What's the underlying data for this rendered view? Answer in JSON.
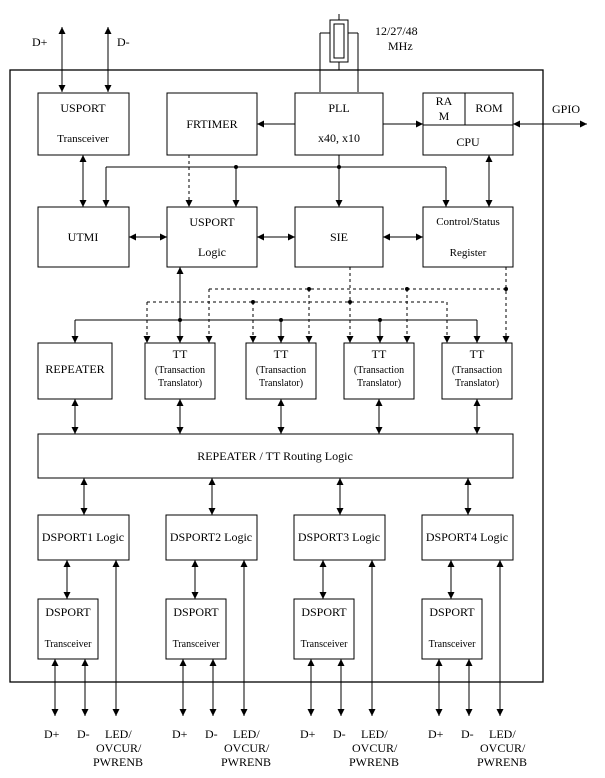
{
  "top_pins": {
    "dplus": "D+",
    "dminus": "D-"
  },
  "crystal_label": {
    "line1": "12/27/48",
    "line2": "MHz"
  },
  "gpio": "GPIO",
  "blocks": {
    "usport_transceiver": {
      "line1": "USPORT",
      "line2": "Transceiver"
    },
    "frtimer": "FRTIMER",
    "pll": {
      "line1": "PLL",
      "line2": "x40, x10"
    },
    "cpu": {
      "ram1": "RA",
      "ram2": "M",
      "rom": "ROM",
      "cpu": "CPU"
    },
    "utmi": "UTMI",
    "usport_logic": {
      "line1": "USPORT",
      "line2": "Logic"
    },
    "sie": "SIE",
    "control_status": {
      "line1": "Control/Status",
      "line2": "Register"
    },
    "repeater": "REPEATER",
    "tt": {
      "title": "TT",
      "line1": "(Transaction",
      "line2": "Translator)"
    },
    "routing": "REPEATER / TT Routing Logic",
    "dsport_logic": [
      "DSPORT1 Logic",
      "DSPORT2 Logic",
      "DSPORT3 Logic",
      "DSPORT4 Logic"
    ],
    "dsport_transceiver": {
      "line1": "DSPORT",
      "line2": "Transceiver"
    }
  },
  "bottom_pins": {
    "dplus": "D+",
    "dminus": "D-",
    "led_line1": "LED/",
    "led_line2": "OVCUR/",
    "led_line3": "PWRENB"
  }
}
